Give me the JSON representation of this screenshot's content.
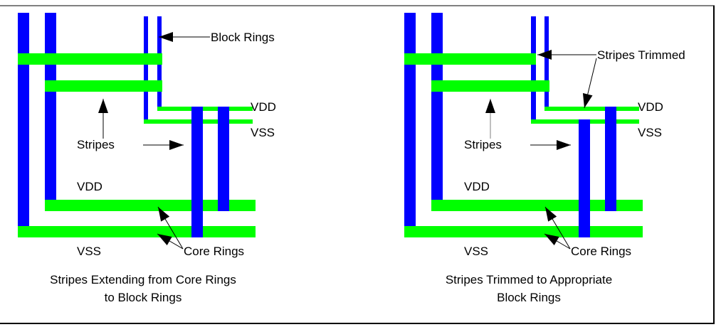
{
  "colors": {
    "metal_vertical": "#0000ff",
    "metal_horizontal": "#00ff00",
    "frame_top": "#808080",
    "frame": "#000000",
    "text": "#000000"
  },
  "left_panel": {
    "labels": {
      "block_rings": "Block Rings",
      "vdd_block": "VDD",
      "vss_block": "VSS",
      "stripes": "Stripes",
      "vdd_core": "VDD",
      "vss_core": "VSS",
      "core_rings": "Core Rings"
    },
    "caption_line1": "Stripes Extending from Core Rings",
    "caption_line2": "to Block Rings"
  },
  "right_panel": {
    "labels": {
      "stripes_trimmed": "Stripes Trimmed",
      "vdd_block": "VDD",
      "vss_block": "VSS",
      "stripes": "Stripes",
      "vdd_core": "VDD",
      "vss_core": "VSS",
      "core_rings": "Core Rings"
    },
    "caption_line1": "Stripes Trimmed to Appropriate",
    "caption_line2": "Block Rings"
  }
}
